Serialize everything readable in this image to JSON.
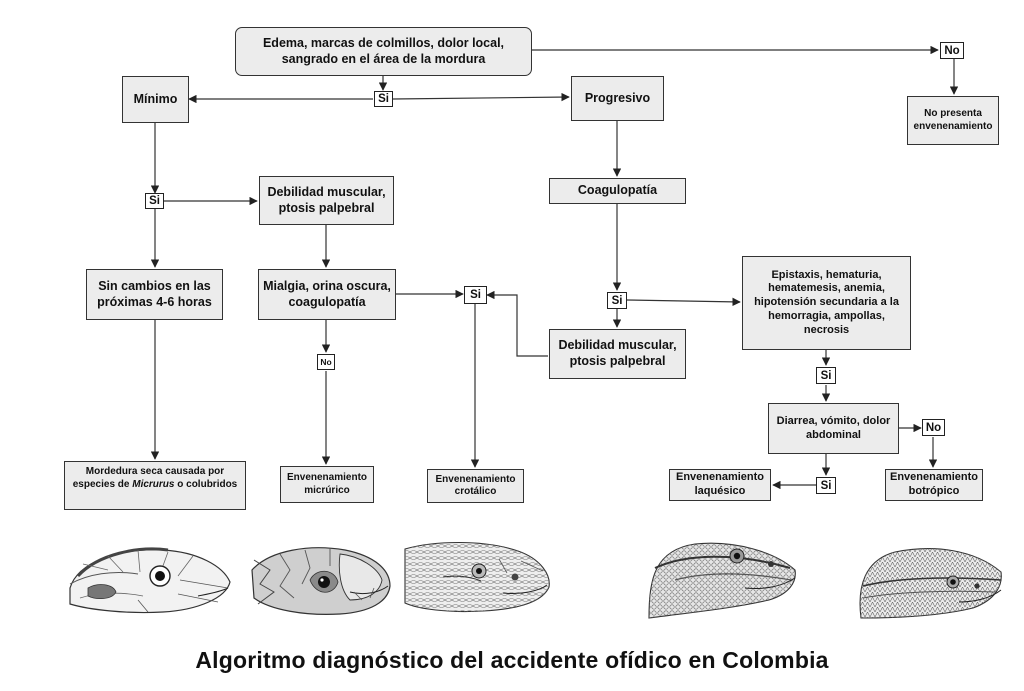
{
  "title": "Algoritmo diagnóstico del accidente ofídico en Colombia",
  "nodes": {
    "edema": "Edema, marcas de colmillos, dolor local, sangrado en el área de la mordura",
    "minimo": "Mínimo",
    "progresivo": "Progresivo",
    "no_presenta": "No presenta envenenamiento",
    "debilidad_1": "Debilidad muscular, ptosis palpebral",
    "coagulopatia": "Coagulopatía",
    "sin_cambios": "Sin cambios en las próximas 4-6 horas",
    "mialgia": "Mialgia, orina oscura, coagulopatía",
    "epistaxis": "Epistaxis, hematuria, hematemesis, anemia, hipotensión secundaria a la hemorragia, ampollas, necrosis",
    "debilidad_2": "Debilidad muscular, ptosis palpebral",
    "diarrea": "Diarrea, vómito, dolor abdominal",
    "mordedura_seca_pre": "Mordedura seca causada por especies de ",
    "mordedura_seca_genus": "Micrurus",
    "mordedura_seca_post": " o colubridos",
    "micrurico": "Envenenamiento micrúrico",
    "crotalico": "Envenenamiento crotálico",
    "laquesico": "Envenenamiento laquésico",
    "botropico": "Envenenamiento botrópico"
  },
  "decisions": {
    "si_top": "Si",
    "no_top": "No",
    "si_minimo": "Si",
    "no_mialgia": "No",
    "si_crotalico": "Si",
    "si_coagulopatia": "Si",
    "si_epistaxis": "Si",
    "no_diarrea": "No",
    "si_diarrea": "Si"
  },
  "illustrations": [
    "snake-head-coral-icon",
    "snake-head-colubrid-icon",
    "snake-head-rattlesnake-icon",
    "snake-head-bushmaster-icon",
    "snake-head-lancehead-icon"
  ],
  "colors": {
    "box_fill": "#ececec",
    "stroke": "#333333",
    "text": "#111111"
  }
}
